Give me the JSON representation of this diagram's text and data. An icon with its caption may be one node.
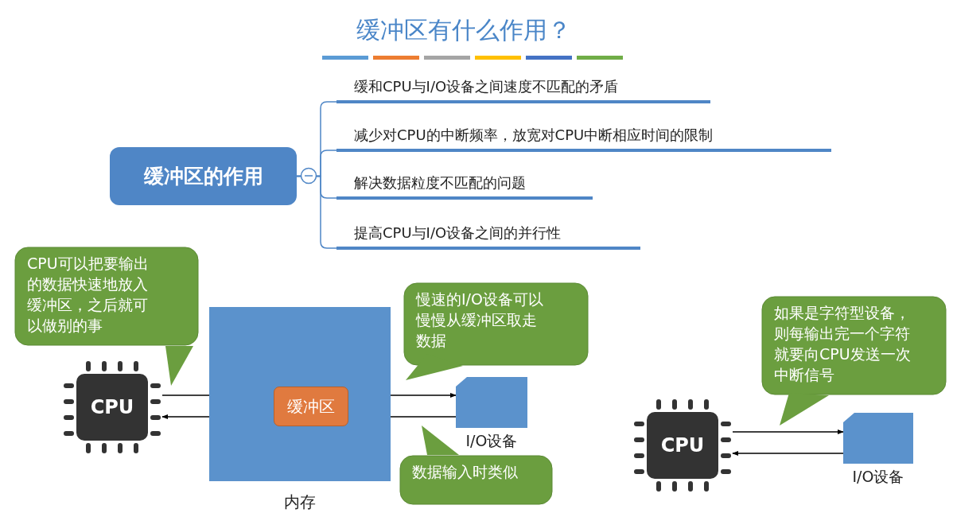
{
  "diagram": {
    "title": "缓冲区有什么作用？",
    "nodes": [
      {
        "text": [
          "缓冲区的作用"
        ]
      },
      {
        "text": [
          "缓和CPU与I/O设备之间速度不匹配的矛盾"
        ]
      },
      {
        "text": [
          "减少对CPU的中断频率，放宽对CPU中断相应时间的限制"
        ]
      },
      {
        "text": [
          "解决数据粒度不匹配的问题"
        ]
      },
      {
        "text": [
          "提高CPU与I/O设备之间的并行性"
        ]
      },
      {
        "text": [
          "CPU可以把要输出的数据快速地放入缓冲区，之后就可以做别的事"
        ]
      },
      {
        "text": [
          "CPU"
        ]
      },
      {
        "text": [
          "内存"
        ]
      },
      {
        "text": [
          "缓冲区"
        ],
        "in": 7
      },
      {
        "text": [
          "I/O设备"
        ]
      },
      {
        "text": [
          "慢速的I/O设备可以慢慢从缓冲区取走数据"
        ]
      },
      {
        "text": [
          "数据输入时类似"
        ]
      },
      {
        "text": [
          "如果是字符型设备，则每输出完一个字符就要向CPU发送一次中断信号"
        ]
      },
      {
        "text": [
          "CPU"
        ]
      },
      {
        "text": [
          "I/O设备"
        ]
      }
    ],
    "edges": [
      {
        "from": 0,
        "to": 1,
        "arrow": "none",
        "color": "#4f86c6"
      },
      {
        "from": 0,
        "to": 2,
        "arrow": "none",
        "color": "#4f86c6"
      },
      {
        "from": 0,
        "to": 3,
        "arrow": "none",
        "color": "#4f86c6"
      },
      {
        "from": 0,
        "to": 4,
        "arrow": "none",
        "color": "#4f86c6"
      },
      {
        "from": 6,
        "to": 8,
        "arrow": "to"
      },
      {
        "from": 8,
        "to": 6,
        "arrow": "to"
      },
      {
        "from": 8,
        "to": 9,
        "arrow": "to"
      },
      {
        "from": 9,
        "to": 8,
        "arrow": "to"
      },
      {
        "from": 13,
        "to": 14,
        "arrow": "to"
      },
      {
        "from": 14,
        "to": 13,
        "arrow": "to"
      }
    ]
  }
}
